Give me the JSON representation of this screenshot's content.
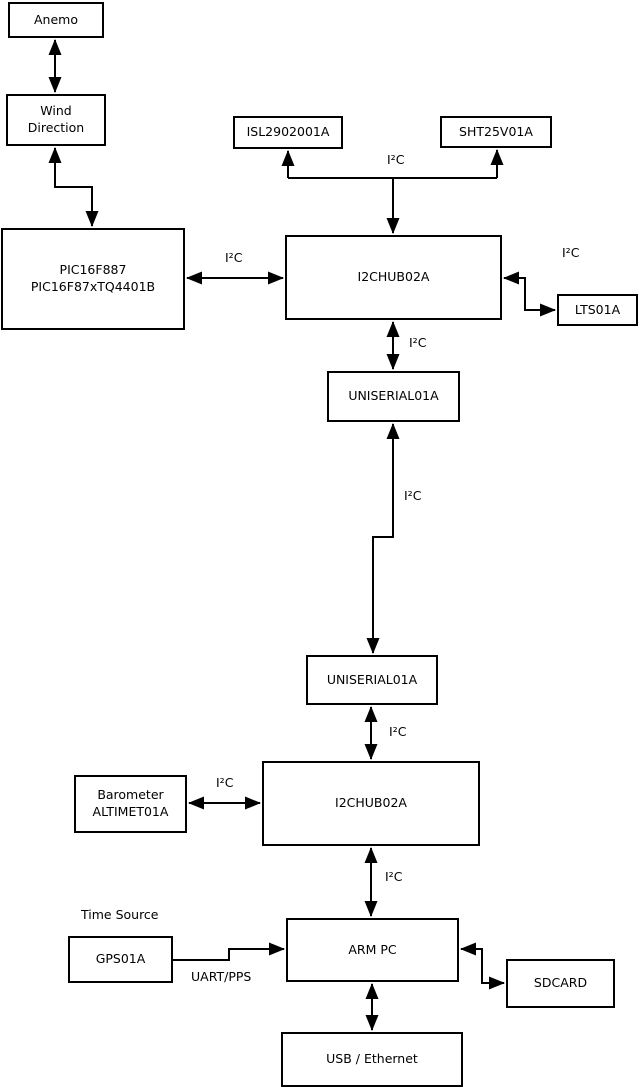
{
  "diagram": {
    "nodes": {
      "anemo": "Anemo",
      "wind_direction": "Wind\nDirection",
      "pic": "PIC16F887\nPIC16F87xTQ4401B",
      "isl": "ISL2902001A",
      "sht": "SHT25V01A",
      "i2c_hub_top": "I2CHUB02A",
      "lts": "LTS01A",
      "uniserial_top": "UNISERIAL01A",
      "uniserial_bottom": "UNISERIAL01A",
      "i2c_hub_bottom": "I2CHUB02A",
      "barometer": "Barometer\nALTIMET01A",
      "arm_pc": "ARM PC",
      "gps": "GPS01A",
      "sdcard": "SDCARD",
      "usb_ethernet": "USB / Ethernet"
    },
    "bus_labels": {
      "i2c": "I²C",
      "uart_pps": "UART/PPS",
      "time_source": "Time Source"
    },
    "colors": {
      "line": "#000000",
      "box_fill": "#ffffff",
      "background": "#ffffff"
    }
  }
}
